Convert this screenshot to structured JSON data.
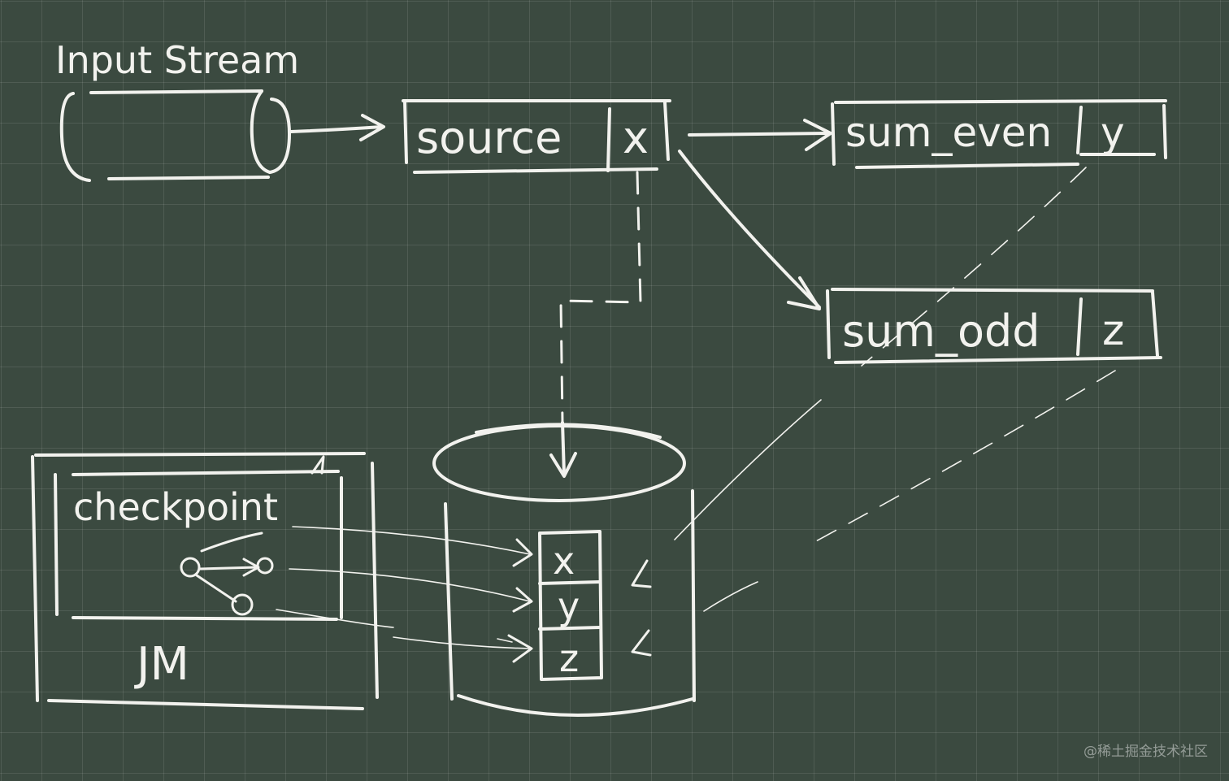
{
  "labels": {
    "input_stream": "Input Stream",
    "source": "source",
    "source_state": "x",
    "sum_even": "sum_even",
    "sum_even_state": "y",
    "sum_odd": "sum_odd",
    "sum_odd_state": "z",
    "checkpoint": "checkpoint",
    "jm": "JM",
    "store_x": "x",
    "store_y": "y",
    "store_z": "z"
  },
  "watermark": "@稀土掘金技术社区",
  "colors": {
    "board": "#3b4a40",
    "chalk": "#f2f2ee"
  }
}
